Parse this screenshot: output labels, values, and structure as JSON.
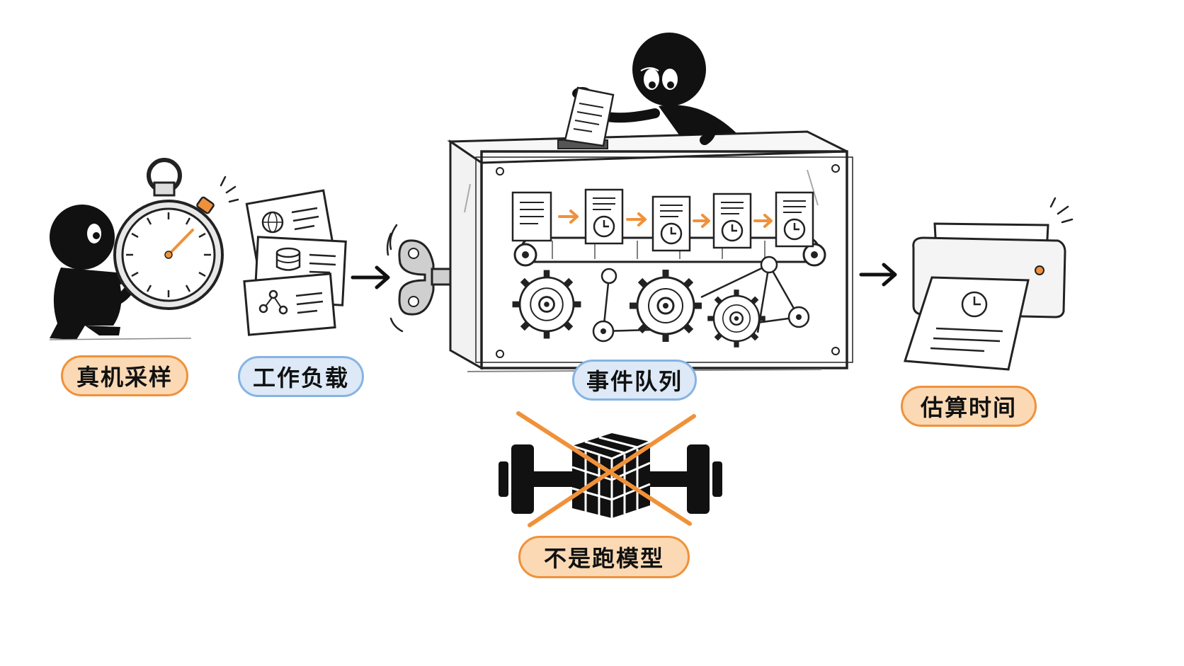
{
  "labels": {
    "sampling": "真机采样",
    "workload": "工作负载",
    "event_queue": "事件队列",
    "estimate": "估算时间",
    "not_model": "不是跑模型"
  },
  "colors": {
    "accent_orange": "#f0913a",
    "pill_orange_fill": "#fbd9b4",
    "accent_blue": "#86b3e3",
    "pill_blue_fill": "#dde9f7",
    "ink": "#111111"
  },
  "icons": [
    "stick-figure-icon",
    "stopwatch-icon",
    "workload-cards-icon",
    "arrow-right-icon",
    "wind-up-key-icon",
    "simulator-box-icon",
    "gear-icon",
    "document-clock-icon",
    "printer-icon",
    "dumbbell-icon",
    "cross-out-icon"
  ]
}
